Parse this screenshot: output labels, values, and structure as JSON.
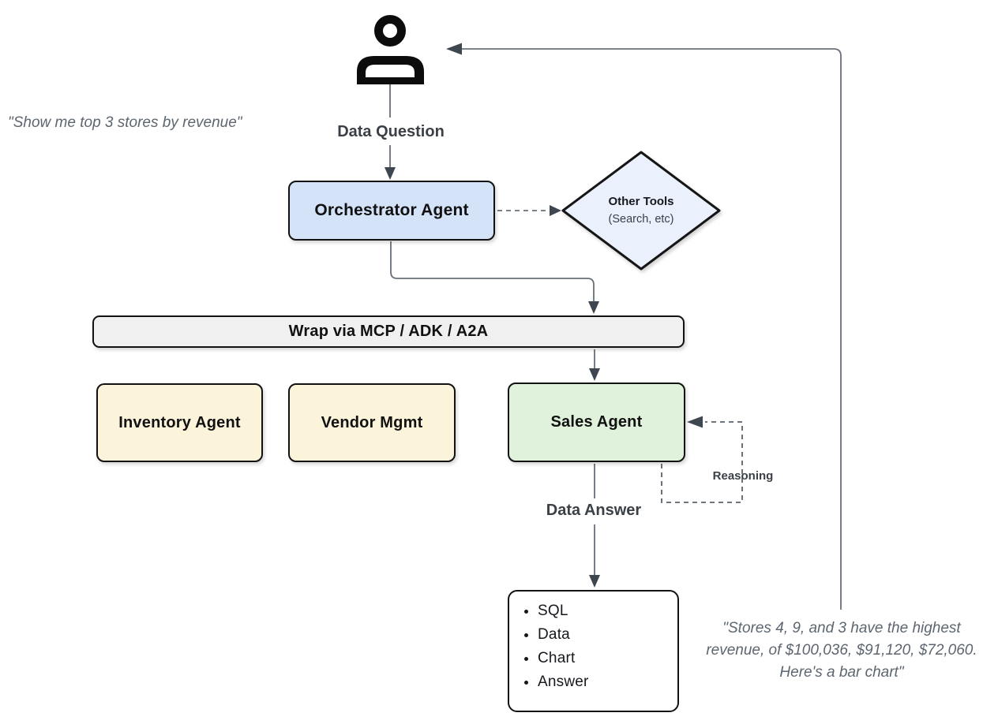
{
  "quote_left": "\"Show me top 3 stores by revenue\"",
  "quote_right_lines": [
    "\"Stores 4, 9, and 3 have the highest",
    "revenue, of $100,036, $91,120, $72,060.",
    "Here's a bar chart\""
  ],
  "labels": {
    "data_question": "Data Question",
    "data_answer": "Data Answer",
    "reasoning": "Reasoning"
  },
  "nodes": {
    "orchestrator": {
      "label": "Orchestrator Agent",
      "fill": "#d4e3f8"
    },
    "other_tools": {
      "title": "Other Tools",
      "subtitle": "(Search, etc)",
      "fill": "#ebf1fc"
    },
    "wrap_bar": {
      "label": "Wrap via MCP / ADK / A2A",
      "fill": "#f0f0f0"
    },
    "inventory": {
      "label": "Inventory Agent",
      "fill": "#fbf3da"
    },
    "vendor": {
      "label": "Vendor Mgmt",
      "fill": "#fbf3da"
    },
    "sales": {
      "label": "Sales Agent",
      "fill": "#e0f2dc"
    },
    "output": {
      "items": [
        "SQL",
        "Data",
        "Chart",
        "Answer"
      ]
    }
  },
  "colors": {
    "connector": "#6a7079",
    "arrowhead": "#3e4650",
    "node_border": "#121212",
    "flow_label_text": "#3a4046",
    "quote_text": "#5d6670"
  }
}
